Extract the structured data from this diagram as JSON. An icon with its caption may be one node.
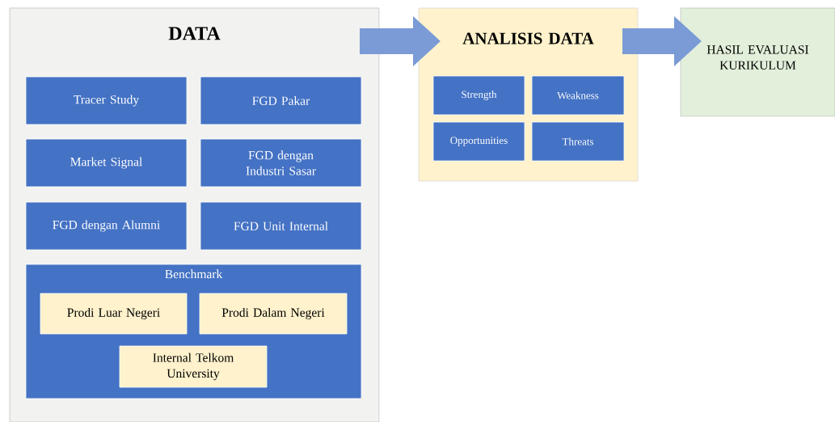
{
  "diagram": {
    "nodes": [
      {
        "text": [
          "DATA"
        ]
      },
      {
        "text": [
          "Tracer Study"
        ],
        "in": 0
      },
      {
        "text": [
          "FGD Pakar"
        ],
        "in": 0
      },
      {
        "text": [
          "Market Signal"
        ],
        "in": 0
      },
      {
        "text": [
          "FGD dengan Industri Sasar"
        ],
        "in": 0
      },
      {
        "text": [
          "FGD dengan Alumni"
        ],
        "in": 0
      },
      {
        "text": [
          "FGD Unit Internal"
        ],
        "in": 0
      },
      {
        "text": [
          "Benchmark"
        ],
        "in": 0
      },
      {
        "text": [
          "Prodi Luar Negeri"
        ],
        "in": 7
      },
      {
        "text": [
          "Prodi Dalam Negeri"
        ],
        "in": 7
      },
      {
        "text": [
          "Internal Telkom University"
        ],
        "in": 7
      },
      {
        "text": [
          "ANALISIS DATA"
        ]
      },
      {
        "text": [
          "Strength"
        ],
        "in": 11
      },
      {
        "text": [
          "Weakness"
        ],
        "in": 11
      },
      {
        "text": [
          "Opportunities"
        ],
        "in": 11
      },
      {
        "text": [
          "Threats"
        ],
        "in": 11
      },
      {
        "text": [
          "HASIL EVALUASI KURIKULUM"
        ]
      }
    ],
    "edges": [
      {
        "from": 0,
        "to": 11,
        "arrow": "to"
      },
      {
        "from": 11,
        "to": 16,
        "arrow": "to"
      }
    ]
  }
}
